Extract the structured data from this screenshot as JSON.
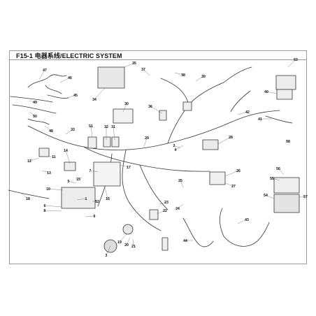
{
  "title": "F15-1 电器系线/ELECTRIC SYSTEM",
  "callouts": [
    "1",
    "2",
    "3",
    "4",
    "5",
    "6",
    "7",
    "8",
    "9",
    "10",
    "11",
    "12",
    "13",
    "14",
    "15",
    "16",
    "17",
    "18",
    "19",
    "20",
    "21",
    "22",
    "23",
    "24",
    "25",
    "26",
    "27",
    "28",
    "29",
    "30",
    "31",
    "32",
    "33",
    "34",
    "35",
    "36",
    "37",
    "38",
    "39",
    "40",
    "41",
    "42",
    "43",
    "44",
    "45",
    "46",
    "47",
    "48",
    "49",
    "50",
    "51",
    "52",
    "53",
    "54",
    "55",
    "56",
    "57",
    "58"
  ]
}
